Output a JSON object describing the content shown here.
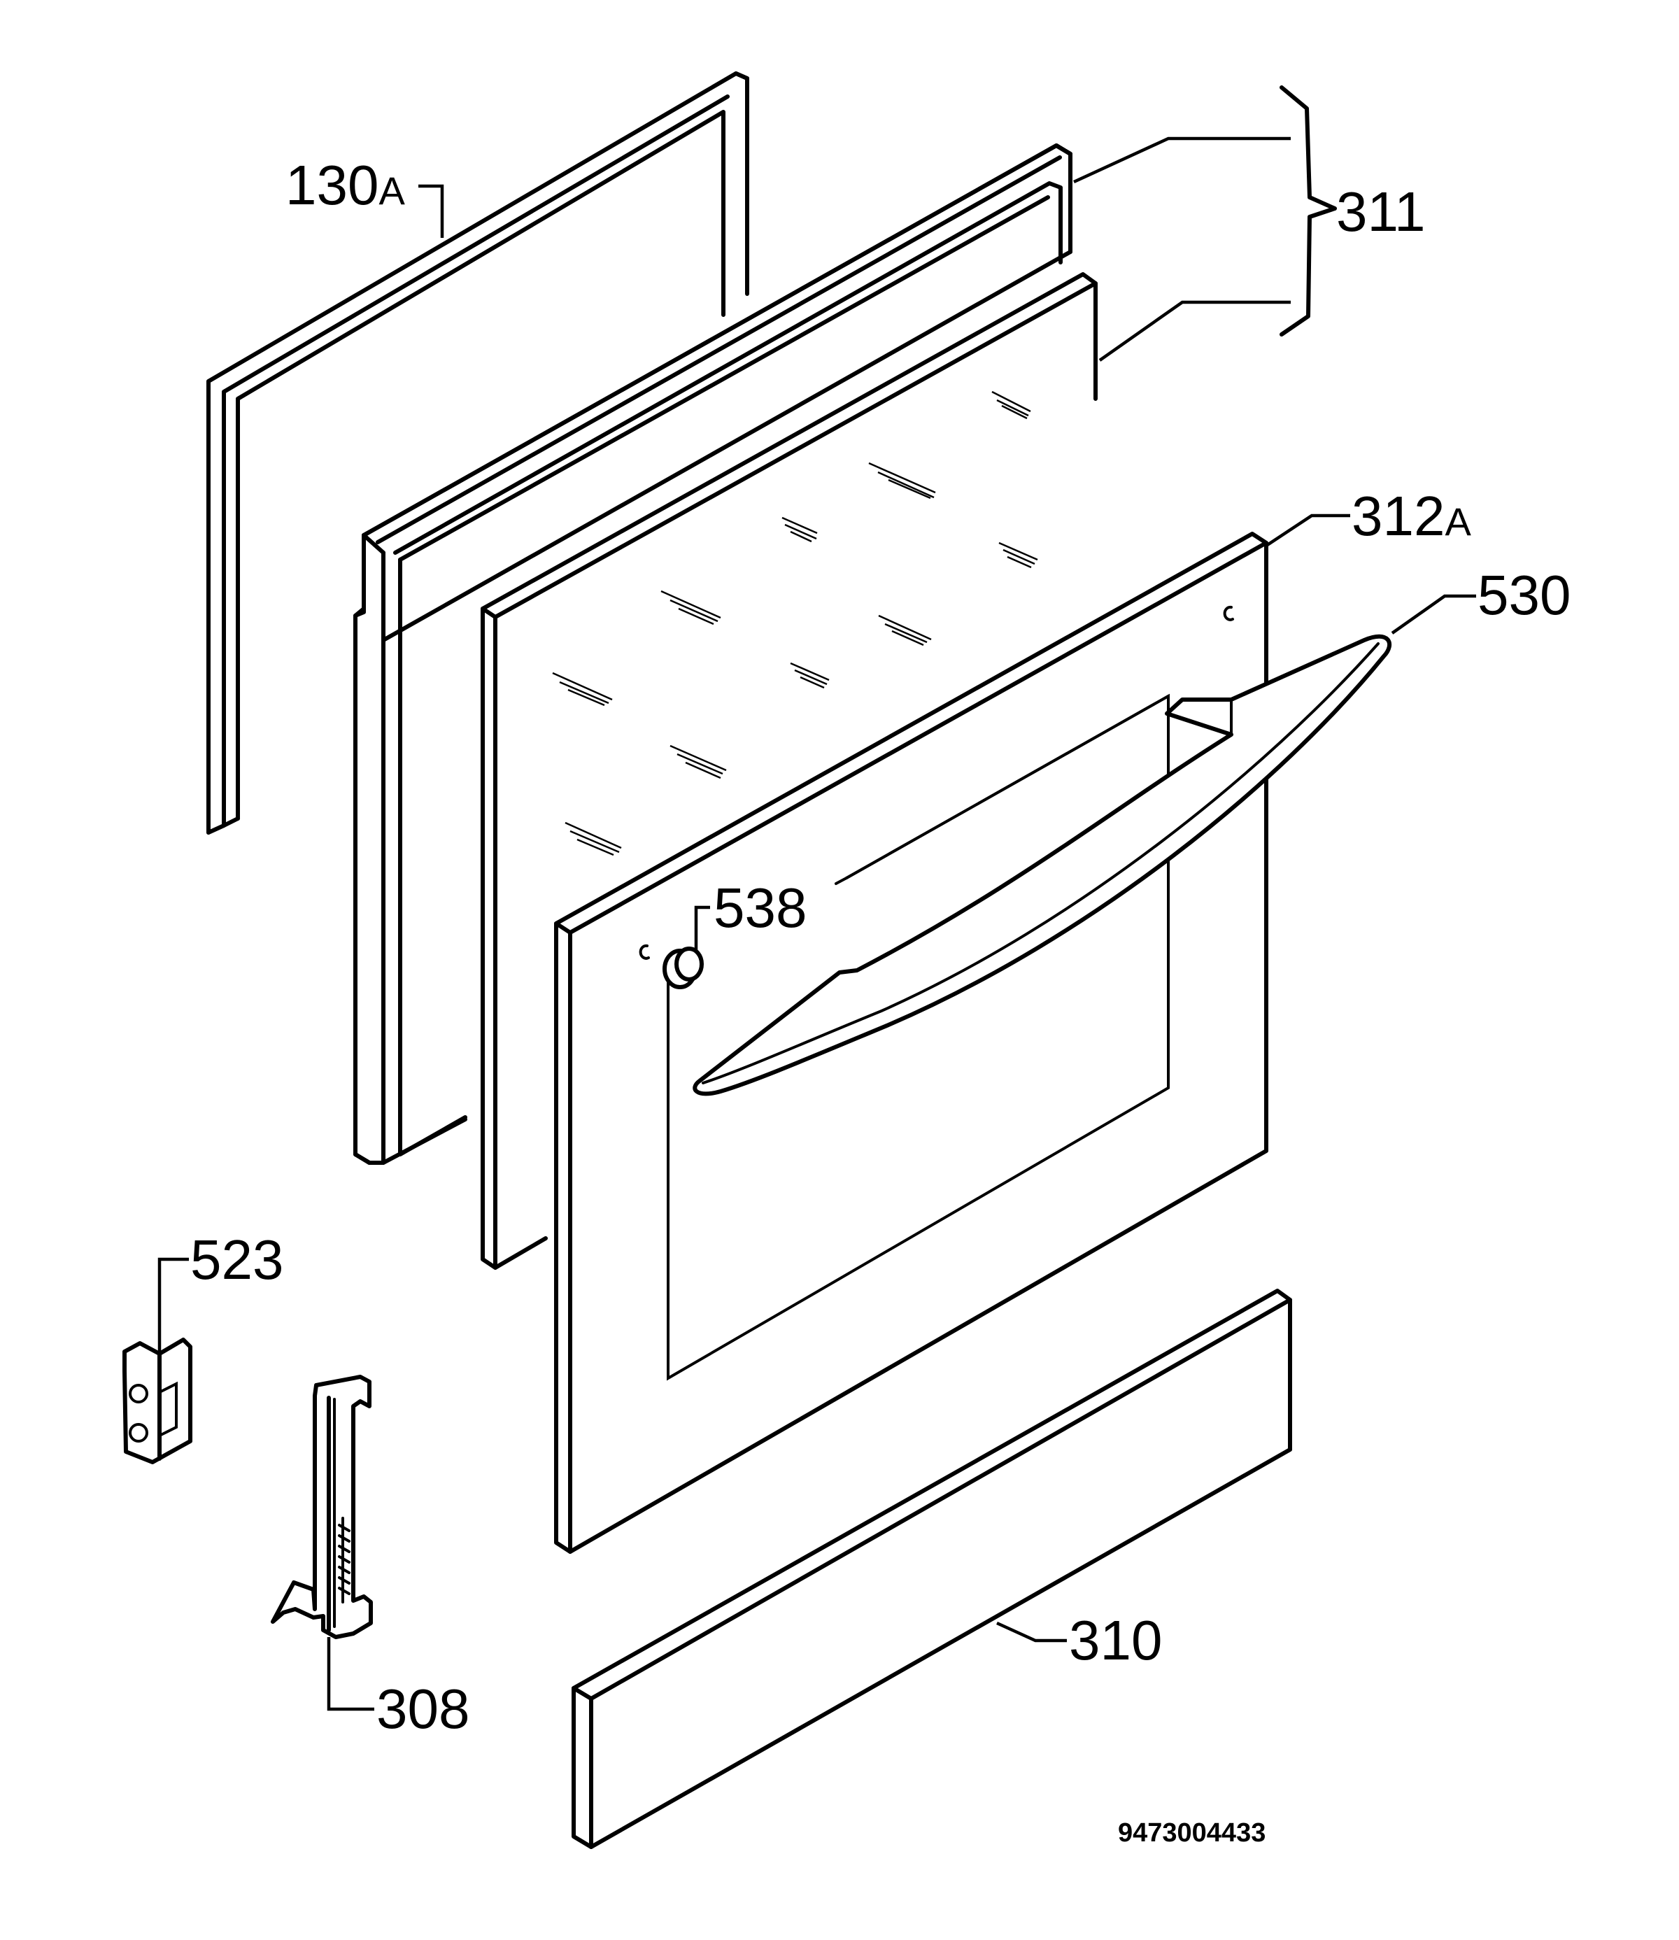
{
  "callouts": {
    "c130a": {
      "num": "130",
      "suffix": "A"
    },
    "c311": {
      "num": "311"
    },
    "c312a": {
      "num": "312",
      "suffix": "A"
    },
    "c530": {
      "num": "530"
    },
    "c538": {
      "num": "538"
    },
    "c523": {
      "num": "523"
    },
    "c308": {
      "num": "308"
    },
    "c310": {
      "num": "310"
    }
  },
  "drawing_code": "9473004433"
}
